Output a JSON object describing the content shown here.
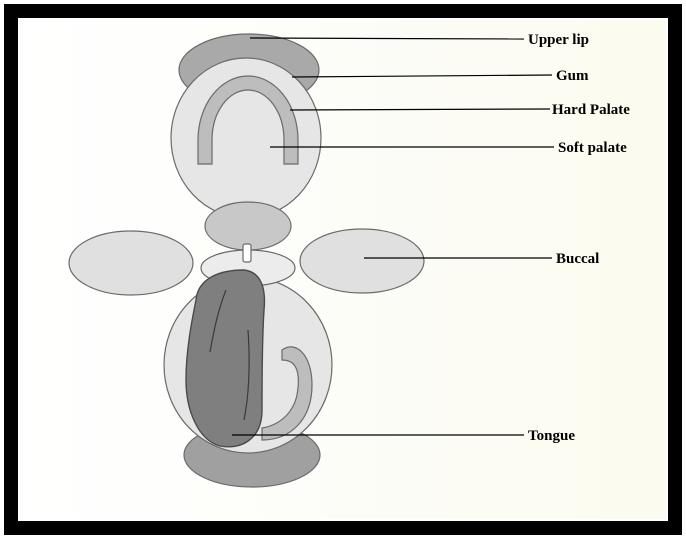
{
  "diagram": {
    "labels": {
      "upper_lip": "Upper lip",
      "gum": "Gum",
      "hard_palate": "Hard Palate",
      "soft_palate": "Soft palate",
      "buccal": "Buccal",
      "tongue": "Tongue"
    },
    "colors": {
      "frame": "#000000",
      "light_fill": "#e6e6e6",
      "mid_fill": "#bdbdbd",
      "dark_fill": "#8e8e8e",
      "tongue_fill": "#7f7f7f",
      "outline": "#5a5a5a"
    }
  }
}
